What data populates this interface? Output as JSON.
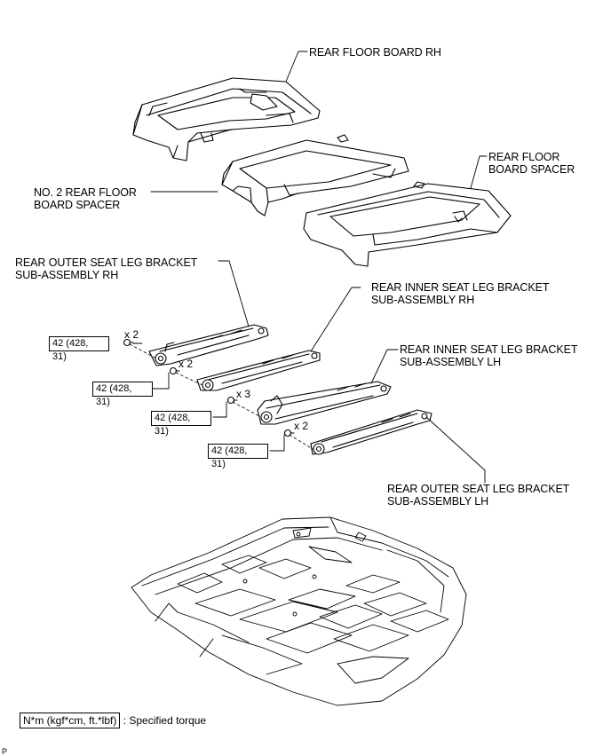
{
  "labels": {
    "rear_floor_board_rh": [
      "REAR FLOOR BOARD RH"
    ],
    "rear_floor_board_spacer": [
      "REAR FLOOR",
      "BOARD SPACER"
    ],
    "no2_rear_floor_board_spacer": [
      "NO. 2 REAR FLOOR",
      "BOARD SPACER"
    ],
    "rear_outer_seat_leg_bracket_rh": [
      "REAR OUTER SEAT LEG BRACKET",
      "SUB-ASSEMBLY RH"
    ],
    "rear_inner_seat_leg_bracket_rh": [
      "REAR INNER SEAT LEG BRACKET",
      "SUB-ASSEMBLY RH"
    ],
    "rear_inner_seat_leg_bracket_lh": [
      "REAR INNER SEAT LEG BRACKET",
      "SUB-ASSEMBLY LH"
    ],
    "rear_outer_seat_leg_bracket_lh": [
      "REAR OUTER SEAT LEG BRACKET",
      "SUB-ASSEMBLY LH"
    ]
  },
  "torque_specs": [
    {
      "line1": "42 (428,",
      "line2": "31)",
      "quantity": "x 2"
    },
    {
      "line1": "42 (428,",
      "line2": "31)",
      "quantity": "x 2"
    },
    {
      "line1": "42 (428,",
      "line2": "31)",
      "quantity": "x 3"
    },
    {
      "line1": "42 (428,",
      "line2": "31)",
      "quantity": "x 2"
    }
  ],
  "legend": {
    "symbol": "N*m (kgf*cm, ft.*lbf)",
    "text": ": Specified torque"
  },
  "corner_code": "P"
}
